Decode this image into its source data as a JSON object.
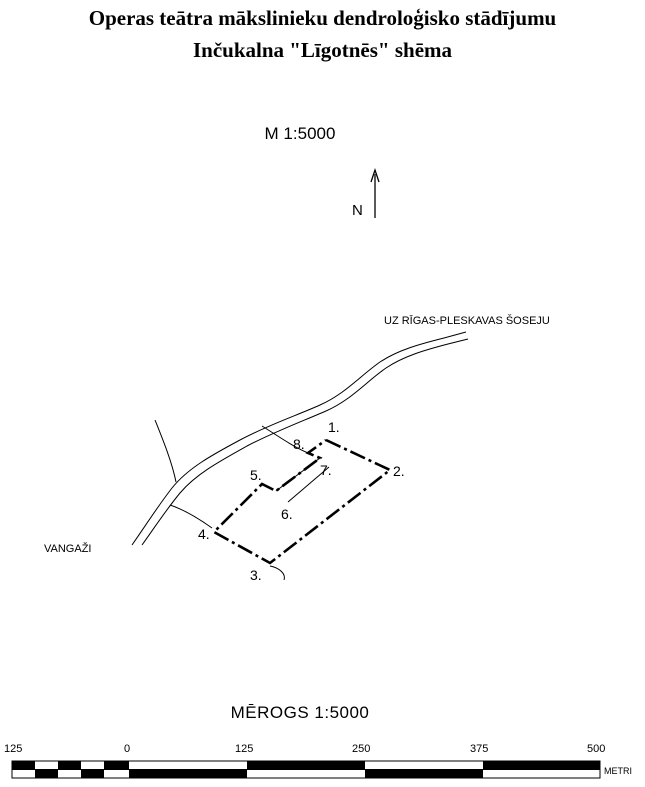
{
  "title_line1": "Operas teātra mākslinieku dendroloģisko stādījumu",
  "title_line2": "Inčukalna \"Līgotnēs\" shēma",
  "scale_text": "M 1:5000",
  "north_label": "N",
  "road_label": "UZ RĪGAS-PLESKAVAS ŠOSEJU",
  "town_label": "VANGAŽI",
  "points": [
    "1.",
    "2.",
    "3.",
    "4.",
    "5.",
    "6.",
    "7.",
    "8."
  ],
  "scalebar": {
    "title": "MĒROGS  1:5000",
    "ticks": [
      "125",
      "0",
      "125",
      "250",
      "375",
      "500"
    ],
    "unit": "METRI"
  }
}
